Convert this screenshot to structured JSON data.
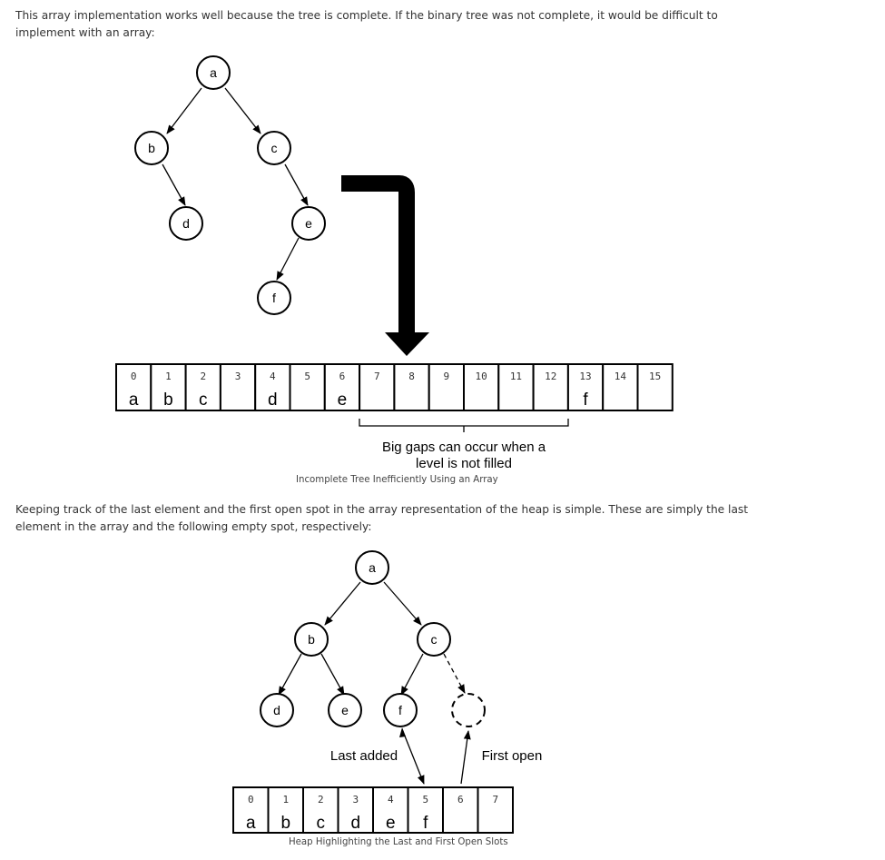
{
  "intro_paragraph": "This array implementation works well because the tree is complete. If the binary tree was not complete, it would be difficult to implement with an array:",
  "figure1": {
    "nodes": [
      "a",
      "b",
      "c",
      "d",
      "e",
      "f"
    ],
    "array_indices": [
      "0",
      "1",
      "2",
      "3",
      "4",
      "5",
      "6",
      "7",
      "8",
      "9",
      "10",
      "11",
      "12",
      "13",
      "14",
      "15"
    ],
    "array_values": [
      "a",
      "b",
      "c",
      "",
      "d",
      "",
      "e",
      "",
      "",
      "",
      "",
      "",
      "",
      "f",
      "",
      ""
    ],
    "gap_note_line1": "Big gaps can occur when a",
    "gap_note_line2": "level is not filled",
    "caption": "Incomplete Tree Inefficiently Using an Array"
  },
  "second_paragraph": "Keeping track of the last element and the first open spot in the array representation of the heap is simple. These are simply the last element in the array and the following empty spot, respectively:",
  "figure2": {
    "nodes": [
      "a",
      "b",
      "c",
      "d",
      "e",
      "f"
    ],
    "array_indices": [
      "0",
      "1",
      "2",
      "3",
      "4",
      "5",
      "6",
      "7"
    ],
    "array_values": [
      "a",
      "b",
      "c",
      "d",
      "e",
      "f",
      "",
      ""
    ],
    "last_added_label": "Last added",
    "first_open_label": "First open",
    "caption": "Heap Highlighting the Last and First Open Slots"
  }
}
